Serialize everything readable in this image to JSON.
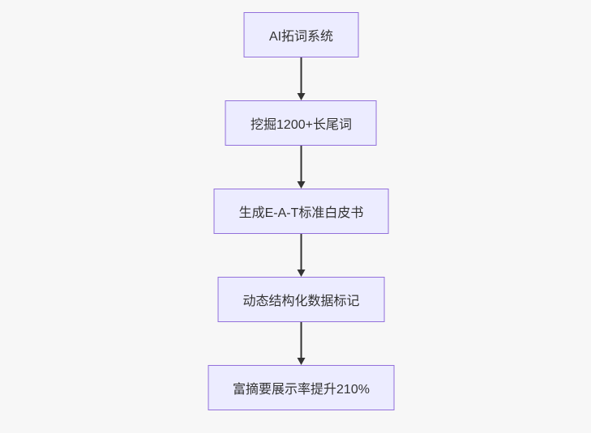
{
  "page": {
    "background_color": "#f7f7f7"
  },
  "flowchart": {
    "type": "flowchart-top-down",
    "style": {
      "node_fill_color": "#ECECFF",
      "node_border_color": "#9370DB",
      "edge_color": "#333333",
      "text_color": "#333333"
    },
    "nodes": [
      {
        "id": "step-1",
        "label": "AI拓词系统"
      },
      {
        "id": "step-2",
        "label": "挖掘1200+长尾词"
      },
      {
        "id": "step-3",
        "label": "生成E-A-T标准白皮书"
      },
      {
        "id": "step-4",
        "label": "动态结构化数据标记"
      },
      {
        "id": "step-5",
        "label": "富摘要展示率提升210%"
      }
    ],
    "edges": [
      {
        "from": "step-1",
        "to": "step-2"
      },
      {
        "from": "step-2",
        "to": "step-3"
      },
      {
        "from": "step-3",
        "to": "step-4"
      },
      {
        "from": "step-4",
        "to": "step-5"
      }
    ]
  }
}
